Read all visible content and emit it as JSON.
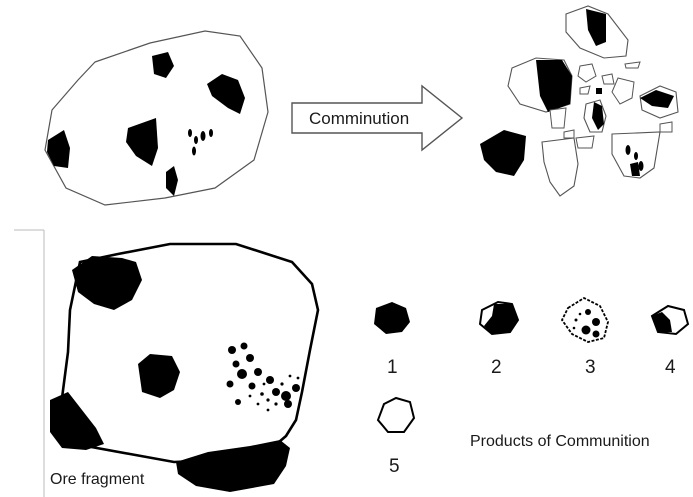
{
  "arrow_label": "Comminution",
  "ore_fragment_label": "Ore fragment",
  "products_label": "Products of Communition",
  "product_numbers": [
    "1",
    "2",
    "3",
    "4",
    "5"
  ],
  "colors": {
    "mineral": "#000000",
    "outline": "#555555",
    "background": "#ffffff"
  }
}
